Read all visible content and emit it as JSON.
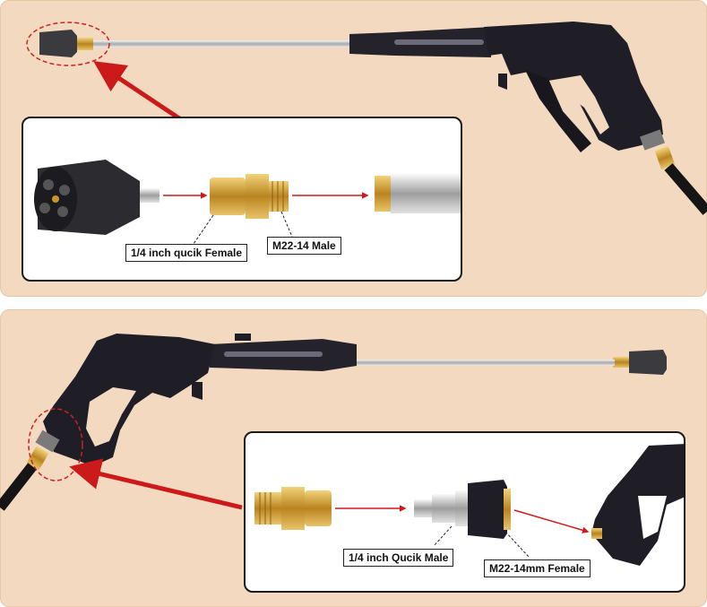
{
  "labels": {
    "top_female": "1/4 inch qucik Female",
    "top_male": "M22-14 Male",
    "bottom_male": "1/4 inch Qucik Male",
    "bottom_female": "M22-14mm Female"
  },
  "colors": {
    "background": "#f3d9bf",
    "arrow": "#cc1a1a",
    "brass": "#c9962c",
    "gun_body": "#1f1d26"
  }
}
